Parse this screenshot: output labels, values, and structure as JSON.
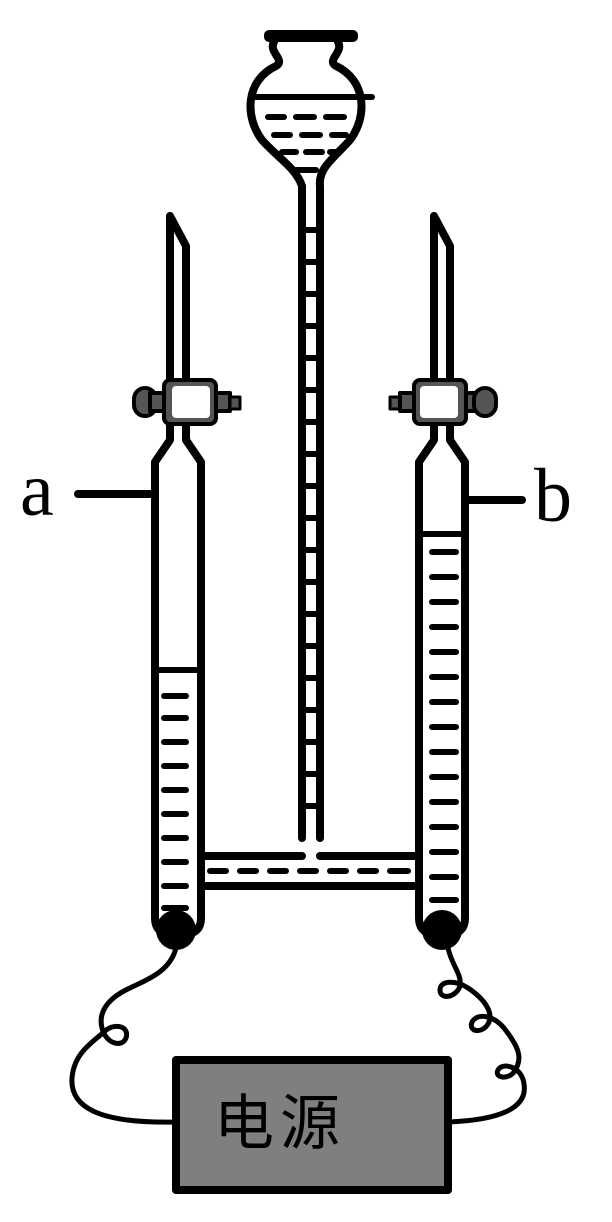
{
  "diagram": {
    "labels": {
      "left_tube": "a",
      "right_tube": "b"
    },
    "power_supply": "电源",
    "colors": {
      "line": "#000000",
      "background": "#ffffff",
      "power_box": "#7f7f7f",
      "clamp_body": "#555555",
      "clamp_highlight": "#ffffff"
    }
  }
}
